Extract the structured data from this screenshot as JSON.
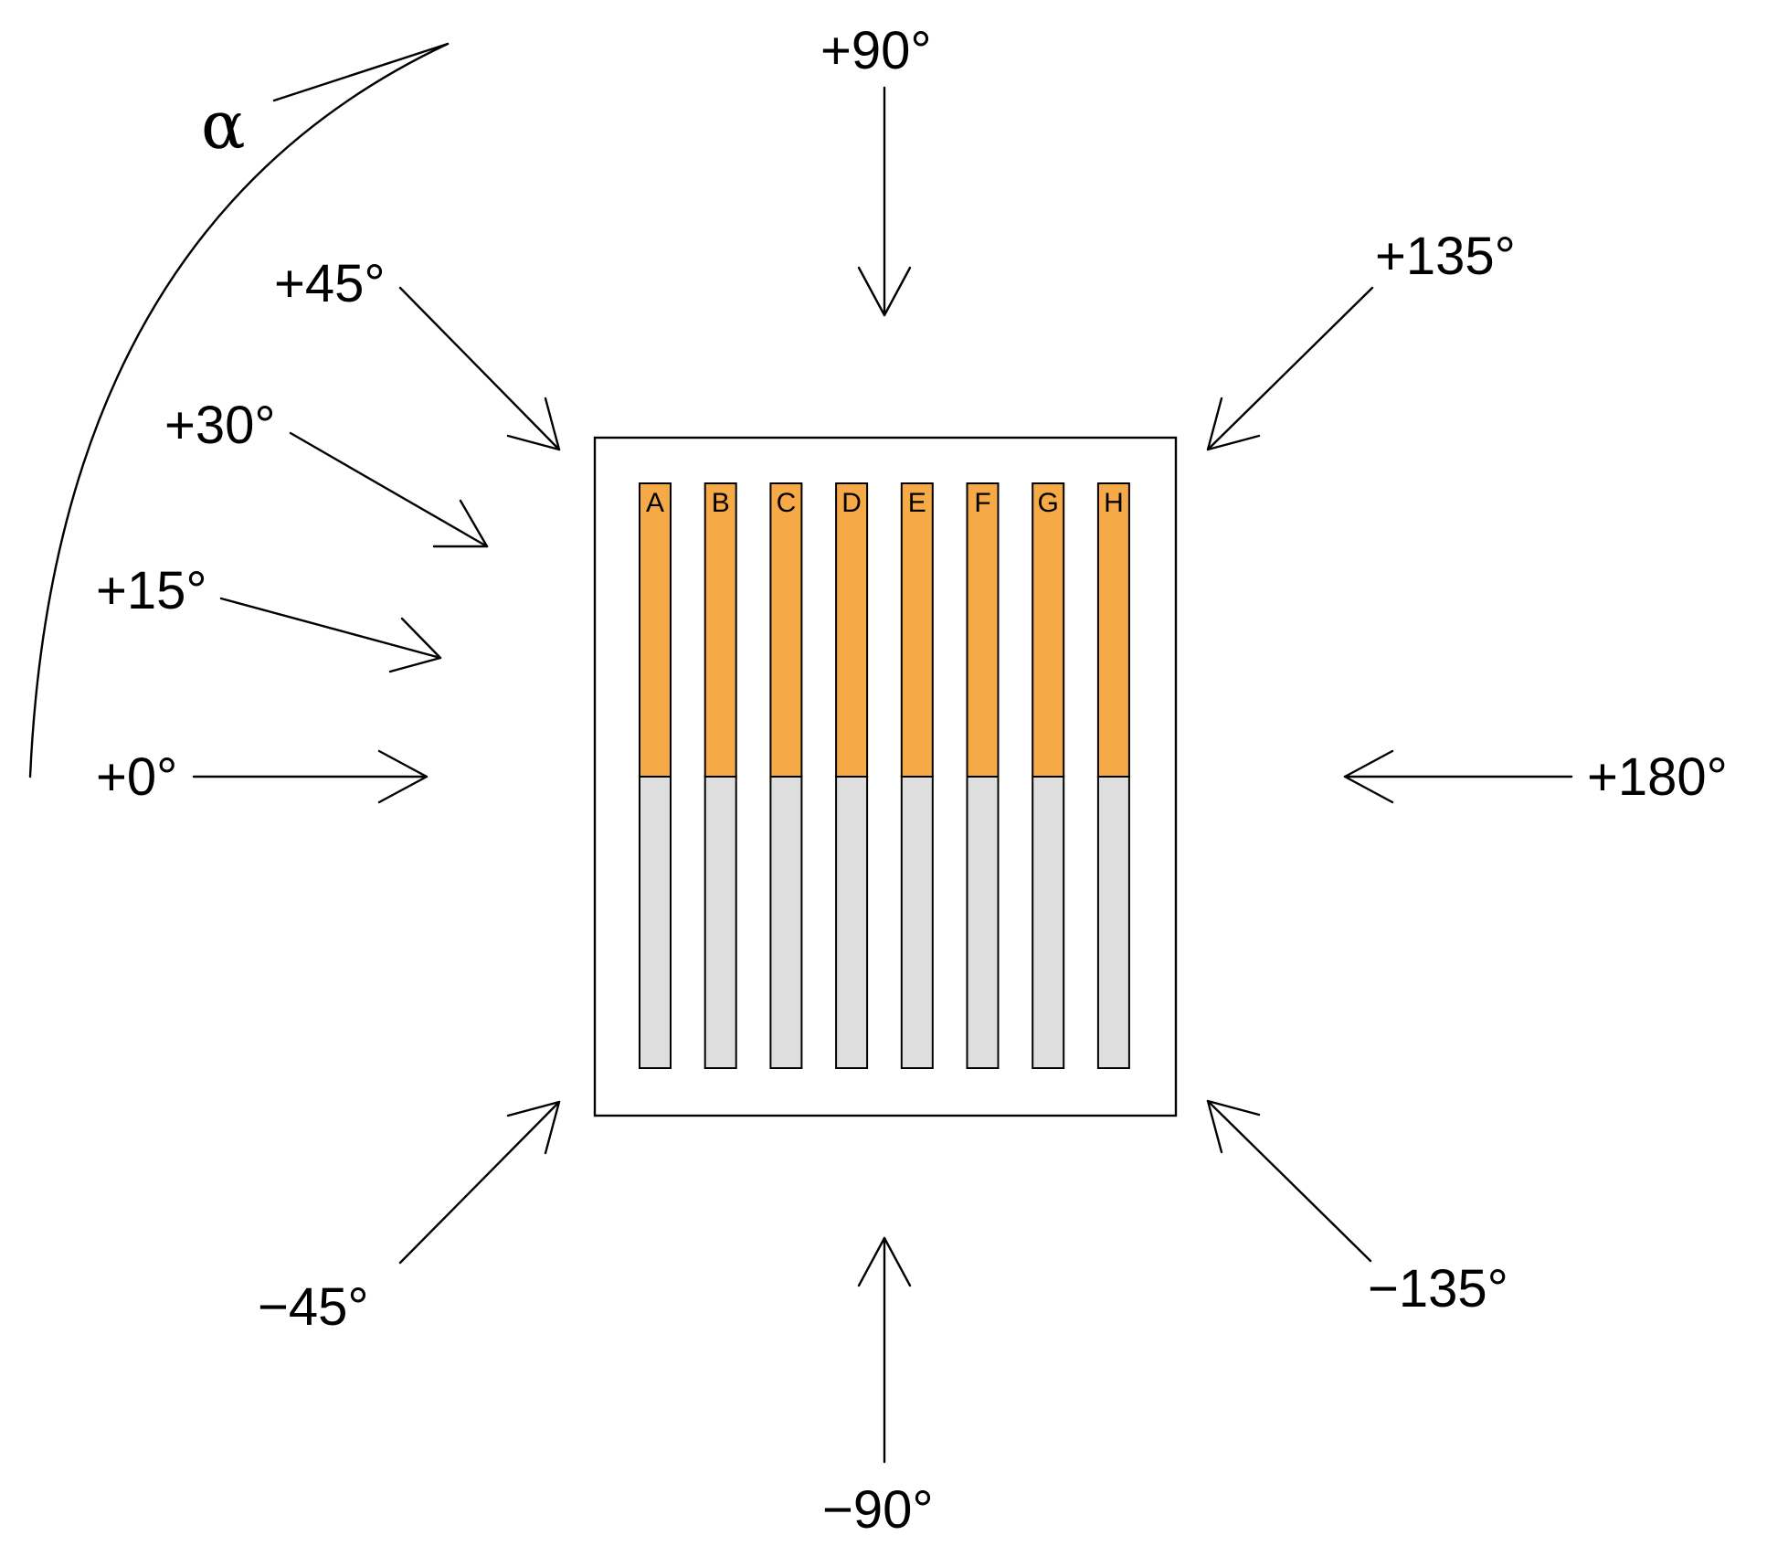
{
  "diagram": {
    "alpha_symbol": "α",
    "arrows": [
      {
        "id": "arrow-0",
        "label": "+0°"
      },
      {
        "id": "arrow-15",
        "label": "+15°"
      },
      {
        "id": "arrow-30",
        "label": "+30°"
      },
      {
        "id": "arrow-45",
        "label": "+45°"
      },
      {
        "id": "arrow-90",
        "label": "+90°"
      },
      {
        "id": "arrow-135",
        "label": "+135°"
      },
      {
        "id": "arrow-180",
        "label": "+180°"
      },
      {
        "id": "arrow-minus-135",
        "label": "−135°"
      },
      {
        "id": "arrow-minus-90",
        "label": "−90°"
      },
      {
        "id": "arrow-minus-45",
        "label": "−45°"
      }
    ],
    "strips": [
      {
        "label": "A"
      },
      {
        "label": "B"
      },
      {
        "label": "C"
      },
      {
        "label": "D"
      },
      {
        "label": "E"
      },
      {
        "label": "F"
      },
      {
        "label": "G"
      },
      {
        "label": "H"
      }
    ],
    "colors": {
      "strip_top": "#F5A947",
      "strip_bottom": "#DEDEDE",
      "stroke": "#000000",
      "background": "#FFFFFF"
    }
  }
}
